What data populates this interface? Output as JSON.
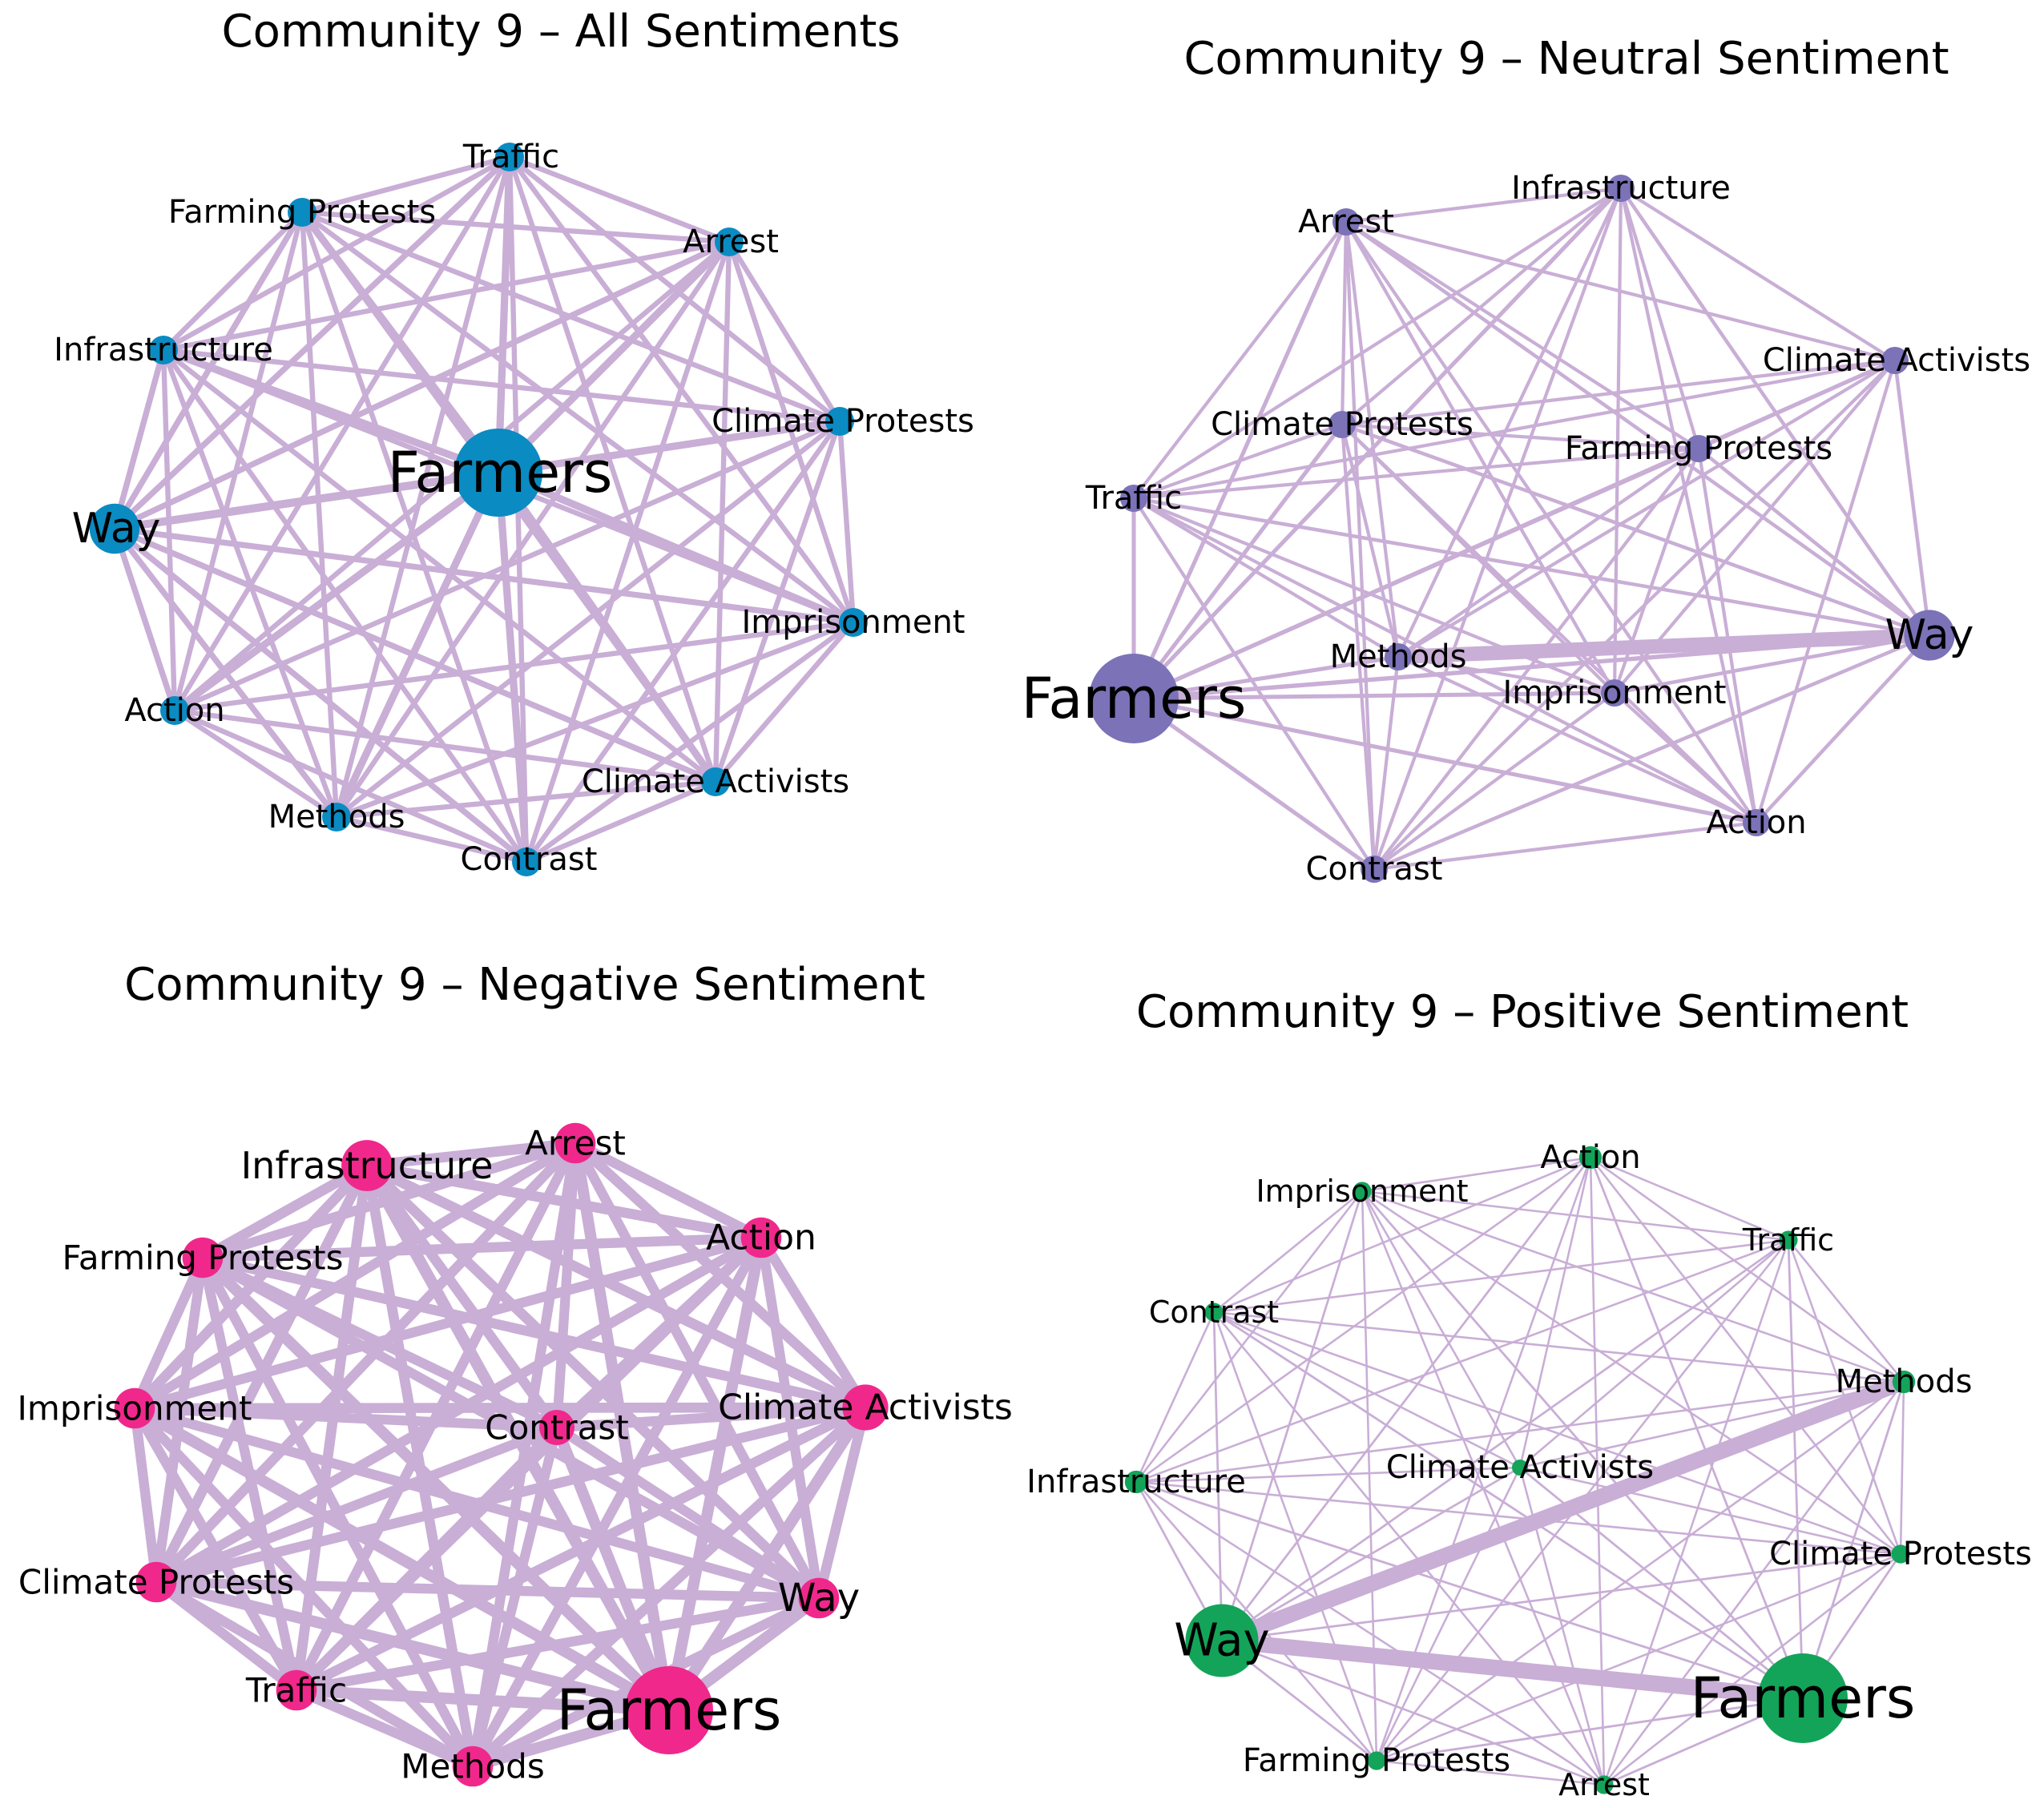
{
  "edge_color": "#c9aed6",
  "panels": [
    {
      "id": "all",
      "title": "Community 9 – All Sentiments",
      "node_color": "#0a8bc2",
      "nodes": [
        {
          "label": "Farmers",
          "weight": 1.0
        },
        {
          "label": "Way",
          "weight": 0.55
        },
        {
          "label": "Traffic",
          "weight": 0.3
        },
        {
          "label": "Farming Protests",
          "weight": 0.3
        },
        {
          "label": "Arrest",
          "weight": 0.3
        },
        {
          "label": "Infrastructure",
          "weight": 0.3
        },
        {
          "label": "Climate Protests",
          "weight": 0.3
        },
        {
          "label": "Imprisonment",
          "weight": 0.3
        },
        {
          "label": "Action",
          "weight": 0.3
        },
        {
          "label": "Methods",
          "weight": 0.3
        },
        {
          "label": "Climate Activists",
          "weight": 0.3
        },
        {
          "label": "Contrast",
          "weight": 0.3
        }
      ]
    },
    {
      "id": "neutral",
      "title": "Community 9 – Neutral Sentiment",
      "node_color": "#7b72b8",
      "nodes": [
        {
          "label": "Farmers",
          "weight": 1.0
        },
        {
          "label": "Way",
          "weight": 0.55
        },
        {
          "label": "Infrastructure",
          "weight": 0.28
        },
        {
          "label": "Arrest",
          "weight": 0.28
        },
        {
          "label": "Climate Activists",
          "weight": 0.28
        },
        {
          "label": "Climate Protests",
          "weight": 0.28
        },
        {
          "label": "Farming Protests",
          "weight": 0.28
        },
        {
          "label": "Traffic",
          "weight": 0.28
        },
        {
          "label": "Methods",
          "weight": 0.28
        },
        {
          "label": "Imprisonment",
          "weight": 0.28
        },
        {
          "label": "Action",
          "weight": 0.28
        },
        {
          "label": "Contrast",
          "weight": 0.28
        }
      ]
    },
    {
      "id": "negative",
      "title": "Community 9 – Negative Sentiment",
      "node_color": "#f0288c",
      "nodes": [
        {
          "label": "Farmers",
          "weight": 1.0
        },
        {
          "label": "Infrastructure",
          "weight": 0.65
        },
        {
          "label": "Arrest",
          "weight": 0.55
        },
        {
          "label": "Farming Protests",
          "weight": 0.55
        },
        {
          "label": "Action",
          "weight": 0.55
        },
        {
          "label": "Imprisonment",
          "weight": 0.55
        },
        {
          "label": "Contrast",
          "weight": 0.5
        },
        {
          "label": "Climate Activists",
          "weight": 0.6
        },
        {
          "label": "Climate Protests",
          "weight": 0.55
        },
        {
          "label": "Way",
          "weight": 0.55
        },
        {
          "label": "Traffic",
          "weight": 0.55
        },
        {
          "label": "Methods",
          "weight": 0.55
        }
      ]
    },
    {
      "id": "positive",
      "title": "Community 9 – Positive Sentiment",
      "node_color": "#13a45a",
      "nodes": [
        {
          "label": "Farmers",
          "weight": 1.0
        },
        {
          "label": "Way",
          "weight": 0.8
        },
        {
          "label": "Action",
          "weight": 0.2
        },
        {
          "label": "Imprisonment",
          "weight": 0.15
        },
        {
          "label": "Traffic",
          "weight": 0.15
        },
        {
          "label": "Contrast",
          "weight": 0.15
        },
        {
          "label": "Methods",
          "weight": 0.2
        },
        {
          "label": "Infrastructure",
          "weight": 0.2
        },
        {
          "label": "Climate Activists",
          "weight": 0.12
        },
        {
          "label": "Climate Protests",
          "weight": 0.15
        },
        {
          "label": "Farming Protests",
          "weight": 0.15
        },
        {
          "label": "Arrest",
          "weight": 0.15
        }
      ]
    }
  ]
}
